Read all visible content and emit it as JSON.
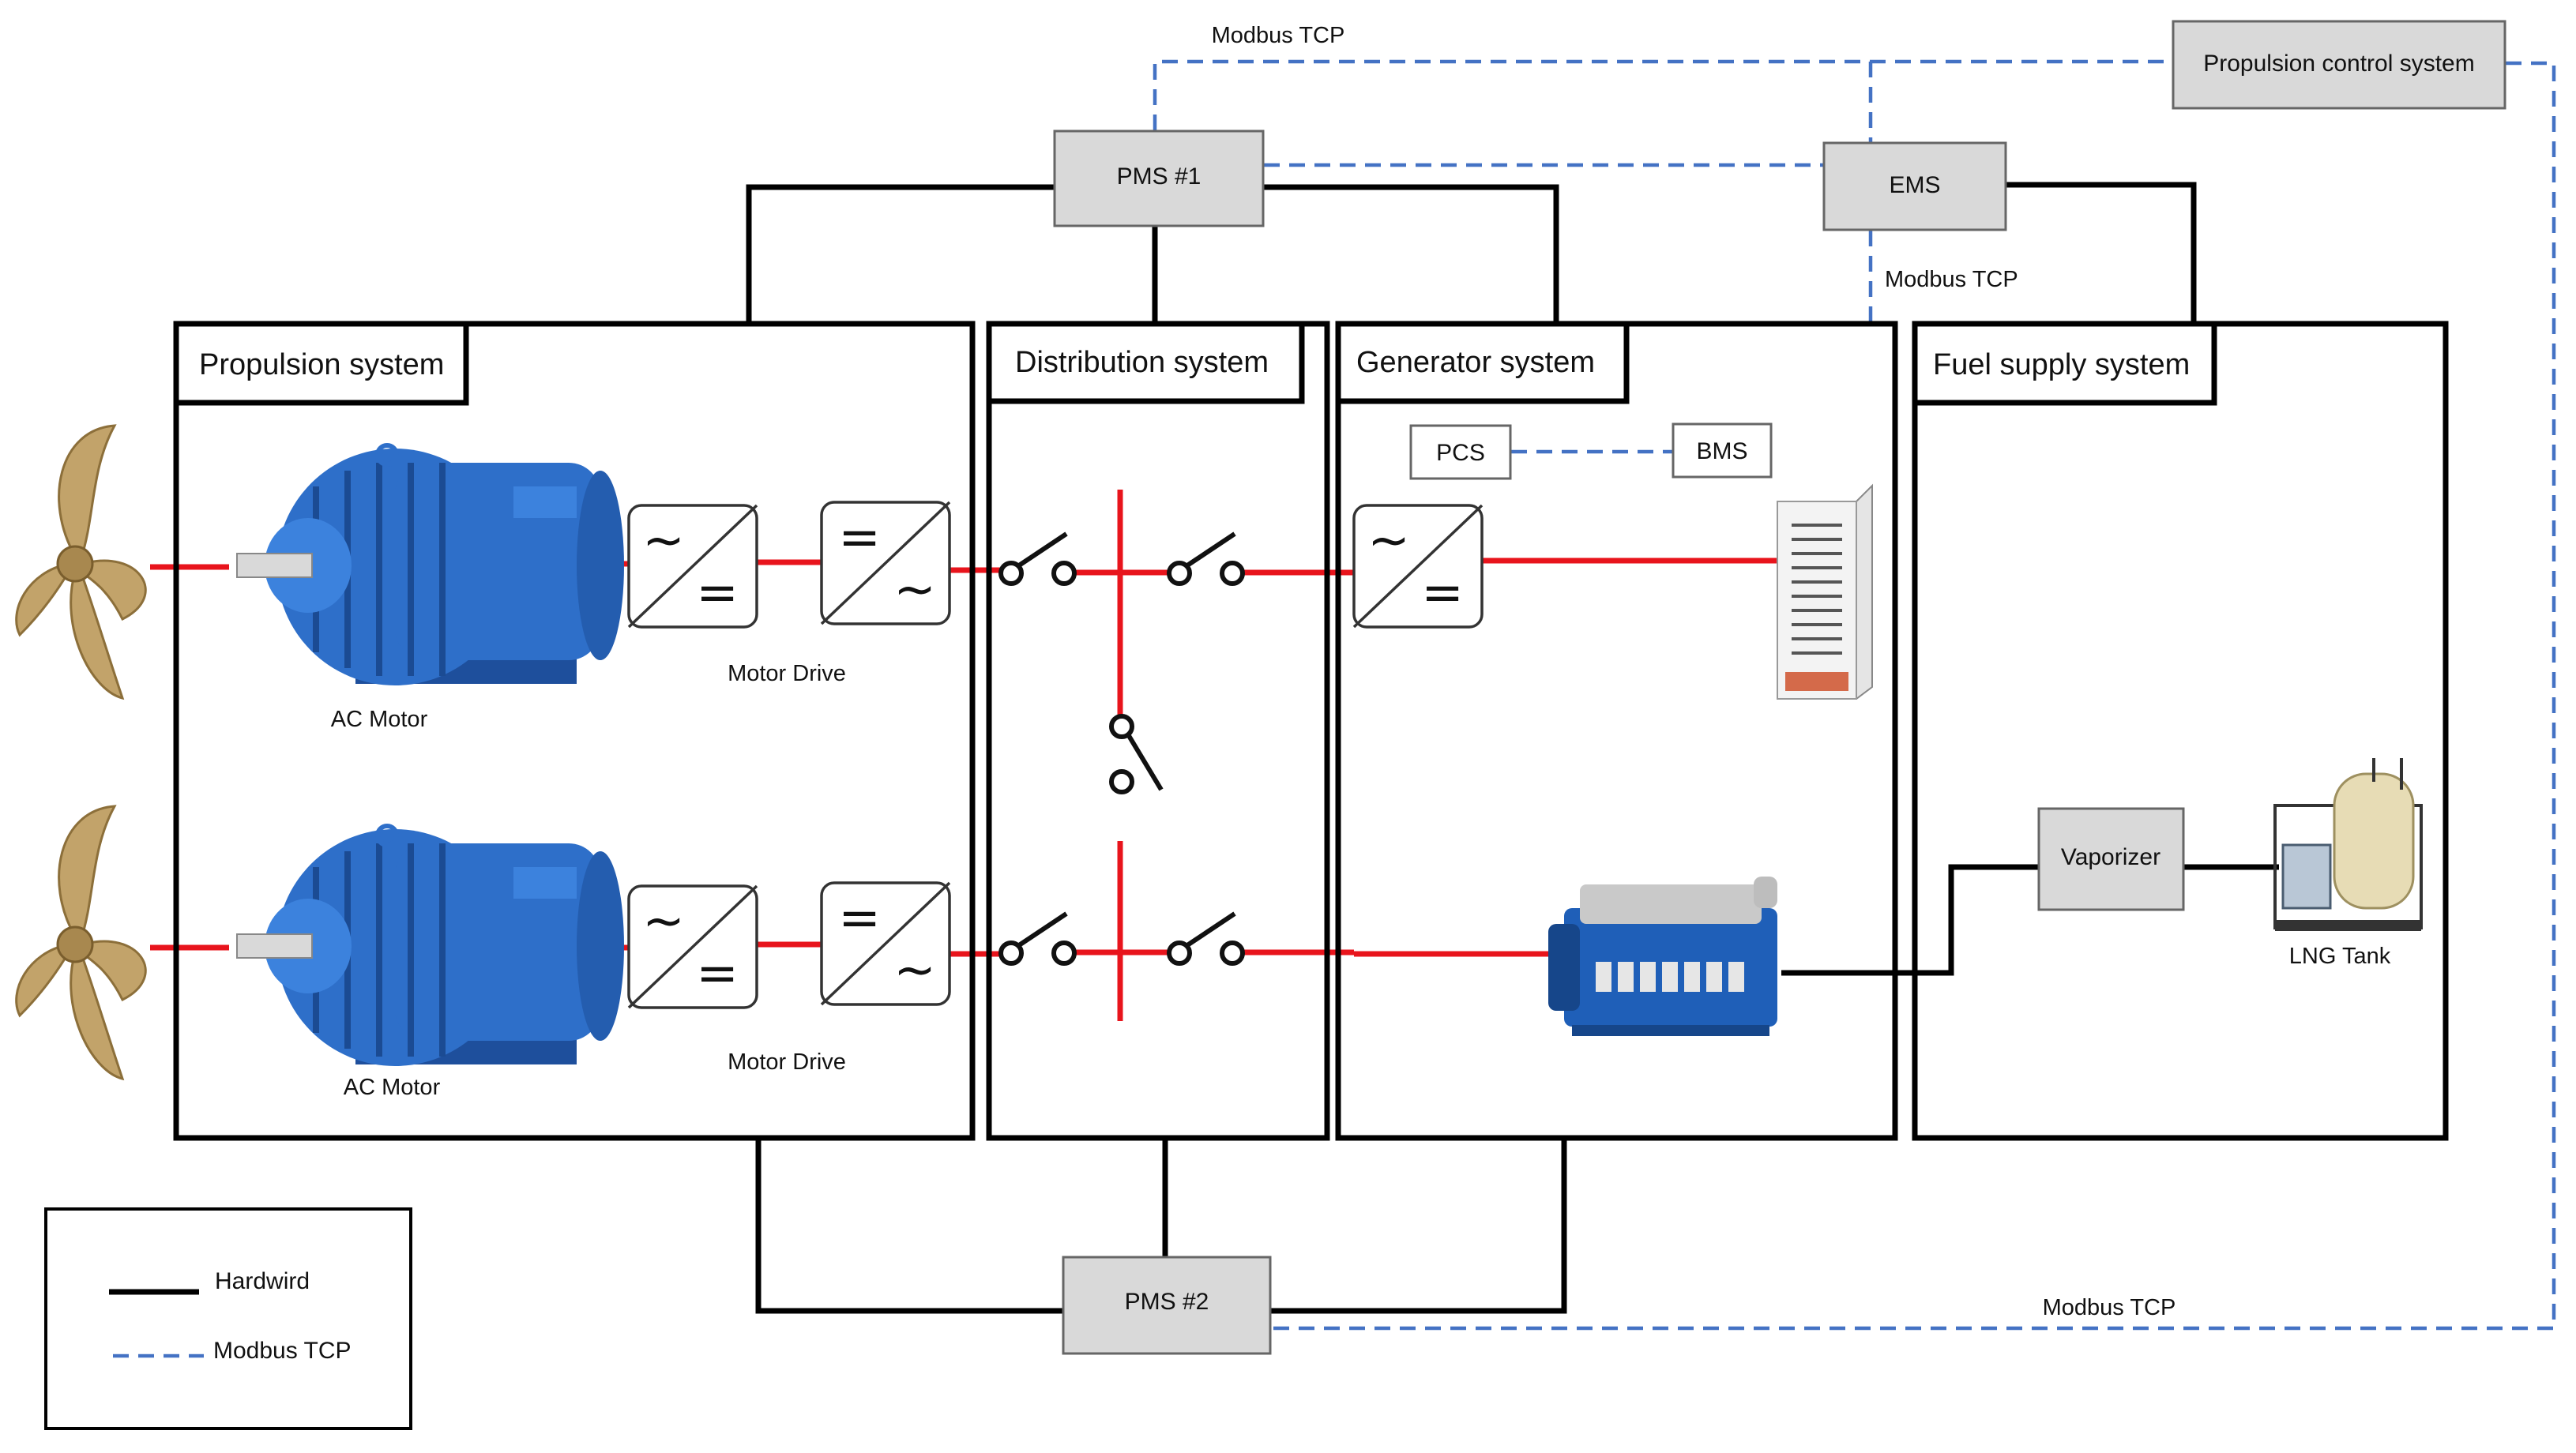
{
  "colors": {
    "hardwire": "#000000",
    "modbus": "#4472C4",
    "power_line": "#E8141C",
    "box_fill": "#D9D9D9",
    "motor": "#2E6FC9",
    "propeller": "#C2A36A"
  },
  "sections": {
    "propulsion": "Propulsion system",
    "distribution": "Distribution system",
    "generator": "Generator system",
    "fuel": "Fuel supply system"
  },
  "controllers": {
    "pms1": "PMS #1",
    "pms2": "PMS #2",
    "ems": "EMS",
    "propulsion_control": "Propulsion control system",
    "pcs": "PCS",
    "bms": "BMS",
    "vaporizer": "Vaporizer"
  },
  "captions": {
    "ac_motor_top": "AC Motor",
    "ac_motor_bottom": "AC Motor",
    "motor_drive_top": "Motor Drive",
    "motor_drive_bottom": "Motor Drive",
    "lng_tank": "LNG Tank"
  },
  "link_labels": {
    "top": "Modbus TCP",
    "ems_down": "Modbus TCP",
    "bottom": "Modbus TCP"
  },
  "legend": {
    "hardwire": "Hardwird",
    "modbus": "Modbus TCP"
  },
  "icons": {
    "propeller": "propeller-icon",
    "motor": "ac-motor-icon",
    "converter": "converter-icon",
    "breaker": "circuit-breaker-icon",
    "battery": "battery-rack-icon",
    "engine": "engine-generator-icon",
    "tank": "lng-tank-icon"
  }
}
